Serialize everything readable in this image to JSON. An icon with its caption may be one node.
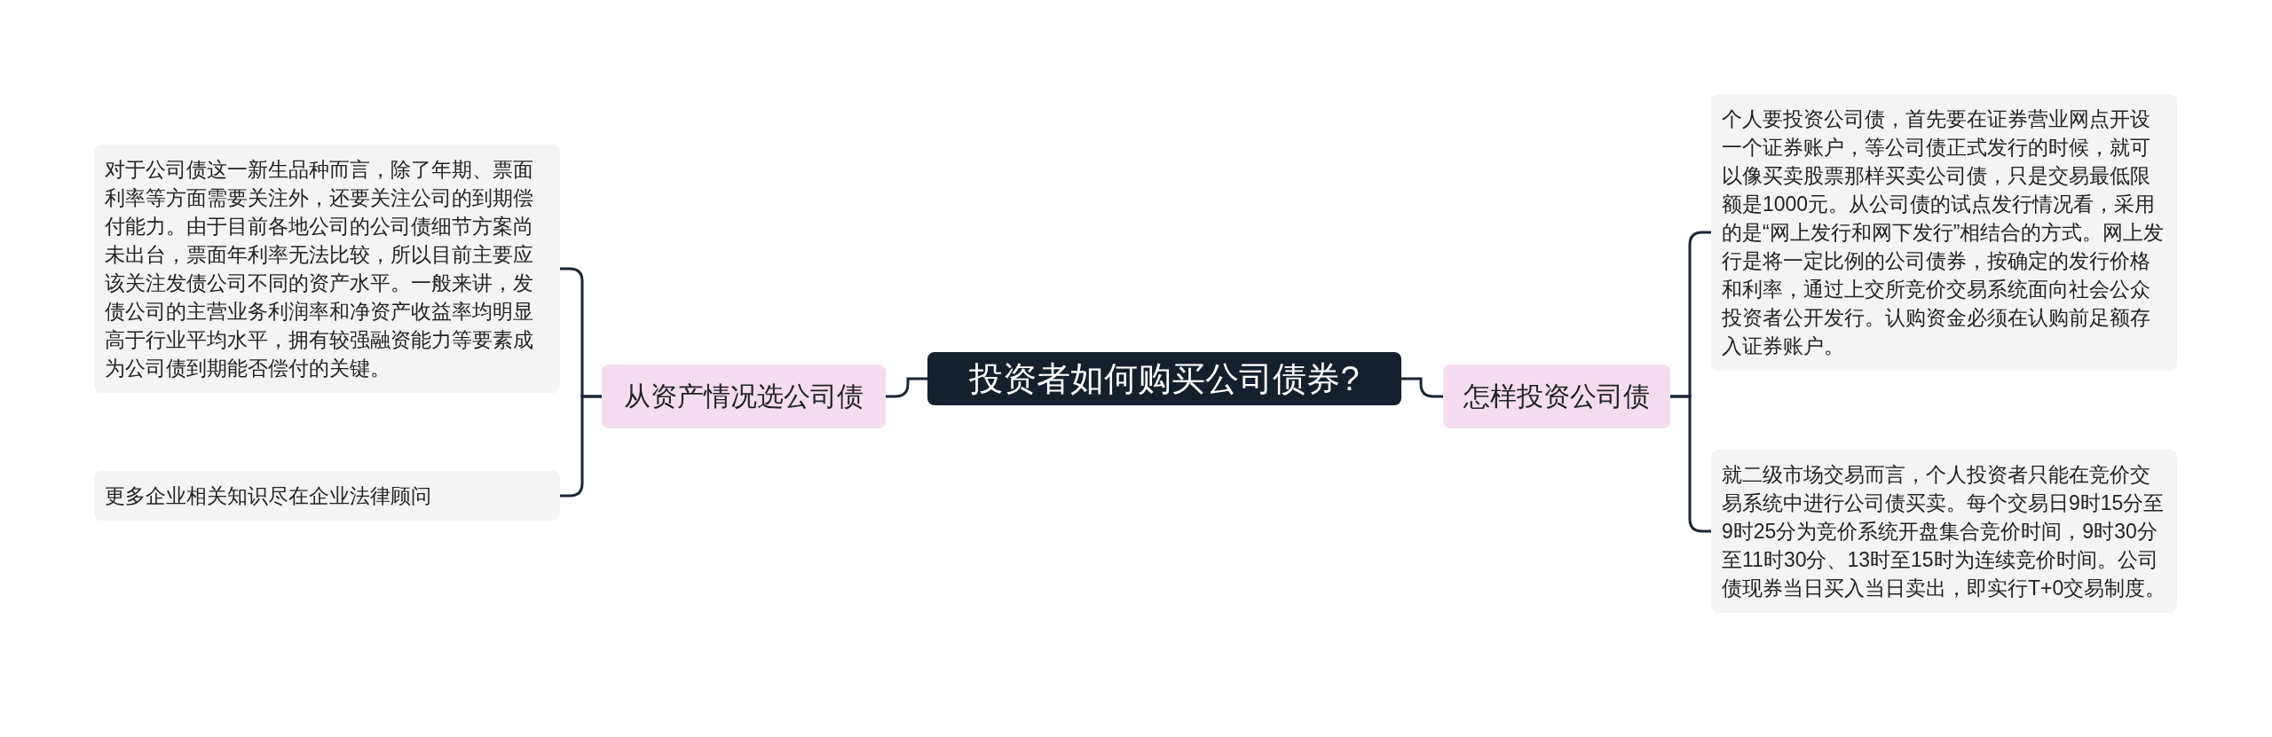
{
  "diagram": {
    "nodes": [
      {
        "text": [
          "投资者如何购买公司债券?"
        ]
      },
      {
        "text": [
          "从资产情况选公司债"
        ]
      },
      {
        "text": [
          "对于公司债这一新生品种而言，除了年期、票面利率等方面需要关注外，还要关注公司的到期偿付能力。由于目前各地公司的公司债细节方案尚未出台，票面年利率无法比较，所以目前主要应该关注发债公司不同的资产水平。一般来讲，发债公司的主营业务利润率和净资产收益率均明显高于行业平均水平，拥有较强融资能力等要素成为公司债到期能否偿付的关键。"
        ]
      },
      {
        "text": [
          "更多企业相关知识尽在企业法律顾问"
        ]
      },
      {
        "text": [
          "怎样投资公司债"
        ]
      },
      {
        "text": [
          "个人要投资公司债，首先要在证券营业网点开设一个证券账户，等公司债正式发行的时候，就可以像买卖股票那样买卖公司债，只是交易最低限额是1000元。从公司债的试点发行情况看，采用的是“网上发行和网下发行”相结合的方式。网上发行是将一定比例的公司债券，按确定的发行价格和利率，通过上交所竞价交易系统面向社会公众投资者公开发行。认购资金必须在认购前足额存入证券账户。"
        ]
      },
      {
        "text": [
          "就二级市场交易而言，个人投资者只能在竞价交易系统中进行公司债买卖。每个交易日9时15分至9时25分为竞价系统开盘集合竞价时间，9时30分至11时30分、13时至15时为连续竞价时间。公司债现券当日买入当日卖出，即实行T+0交易制度。"
        ]
      }
    ],
    "edges": [
      {
        "from": 0,
        "to": 1,
        "arrow": "none"
      },
      {
        "from": 1,
        "to": 2,
        "arrow": "none"
      },
      {
        "from": 1,
        "to": 3,
        "arrow": "none"
      },
      {
        "from": 0,
        "to": 4,
        "arrow": "none"
      },
      {
        "from": 4,
        "to": 5,
        "arrow": "none"
      },
      {
        "from": 4,
        "to": 6,
        "arrow": "none"
      }
    ]
  }
}
